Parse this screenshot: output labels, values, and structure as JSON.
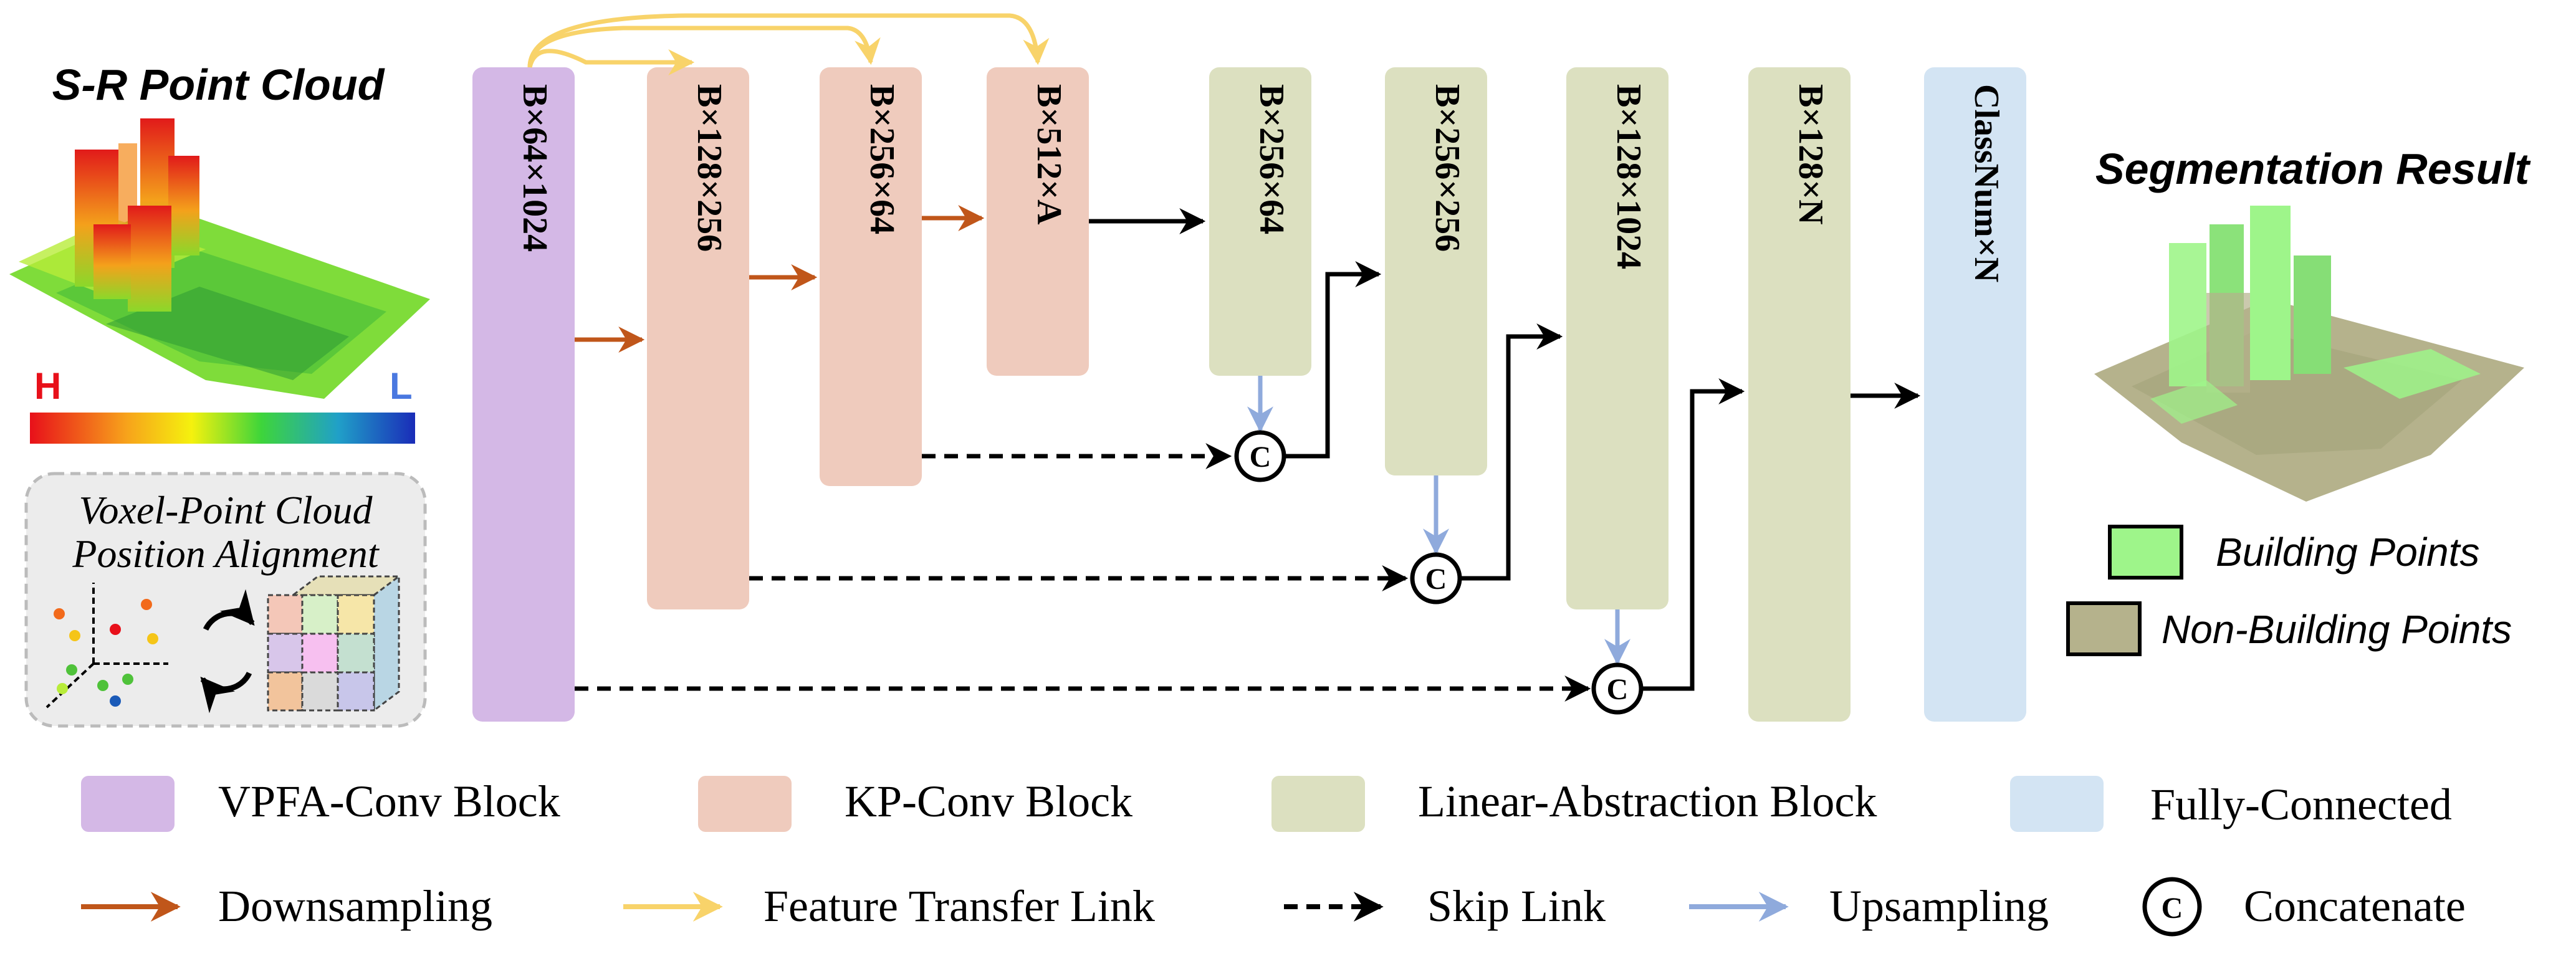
{
  "left_panel": {
    "title": "S-R Point Cloud",
    "colorbar_high": "H",
    "colorbar_low": "L",
    "voxel_title_line1": "Voxel-Point Cloud",
    "voxel_title_line2": "Position Alignment"
  },
  "right_panel": {
    "title": "Segmentation Result",
    "legend_building": "Building Points",
    "legend_non_building": "Non-Building Points"
  },
  "blocks": [
    {
      "label": "B×64×1024",
      "type": "vpfa"
    },
    {
      "label": "B×128×256",
      "type": "kp"
    },
    {
      "label": "B×256×64",
      "type": "kp"
    },
    {
      "label": "B×512×A",
      "type": "kp"
    },
    {
      "label": "B×256×64",
      "type": "linear"
    },
    {
      "label": "B×256×256",
      "type": "linear"
    },
    {
      "label": "B×128×1024",
      "type": "linear"
    },
    {
      "label": "B×128×N",
      "type": "linear"
    },
    {
      "label": "ClassNum×N",
      "type": "fc"
    }
  ],
  "concat_symbol": "C",
  "legend_blocks": [
    {
      "label": "VPFA-Conv Block",
      "color": "#d4b8e6"
    },
    {
      "label": "KP-Conv Block",
      "color": "#efcbbd"
    },
    {
      "label": "Linear-Abstraction Block",
      "color": "#dce0c0"
    },
    {
      "label": "Fully-Connected",
      "color": "#d3e4f3"
    }
  ],
  "legend_links": [
    {
      "label": "Downsampling",
      "icon": "orange-arrow",
      "color": "#c0561a"
    },
    {
      "label": "Feature Transfer Link",
      "icon": "yellow-arrow",
      "color": "#f8d36a"
    },
    {
      "label": "Skip Link",
      "icon": "dashed-arrow",
      "color": "#000000"
    },
    {
      "label": "Upsampling",
      "icon": "blue-arrow",
      "color": "#8faadc"
    },
    {
      "label": "Concatenate",
      "icon": "concat-circle",
      "color": "#000000"
    }
  ],
  "colors": {
    "vpfa": "#d4b8e6",
    "kp": "#efcbbd",
    "linear": "#dce0c0",
    "fc": "#d3e4f3",
    "building": "#9ef58a",
    "non_building": "#b5b28c",
    "downsample": "#c0561a",
    "feature_transfer": "#f8d36a",
    "upsample": "#8faadc"
  }
}
